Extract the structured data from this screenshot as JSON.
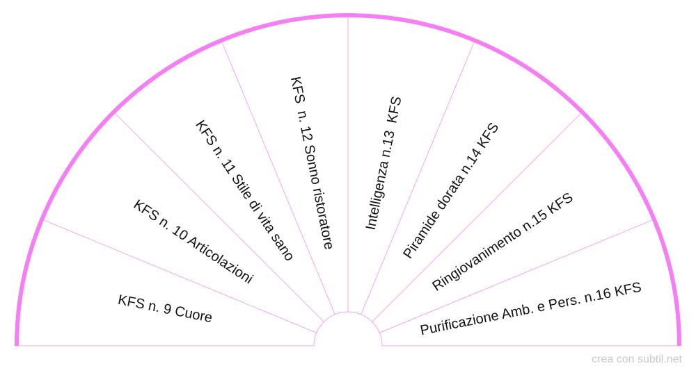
{
  "chart": {
    "type": "semicircle-pendulum-chart",
    "sectors": [
      {
        "label": "KFS n. 9 Cuore"
      },
      {
        "label": "KFS n. 10 Articolazioni"
      },
      {
        "label": "KFS n. 11 Stile di vita sano"
      },
      {
        "label": "KFS  n. 12 Sonno ristoratore"
      },
      {
        "label": "Intelligenza n.13  KFS"
      },
      {
        "label": "Piramide dorata n.14 KFS"
      },
      {
        "label": "Ringiovanimento n.15 KFS"
      },
      {
        "label": "Purificazione Amb. e Pers. n.16 KFS"
      }
    ],
    "colors": {
      "outer_arc": "#f57ef5",
      "divider": "#f2a6f2",
      "text": "#111111"
    }
  },
  "footer": {
    "credit": "crea con subtil.net"
  }
}
